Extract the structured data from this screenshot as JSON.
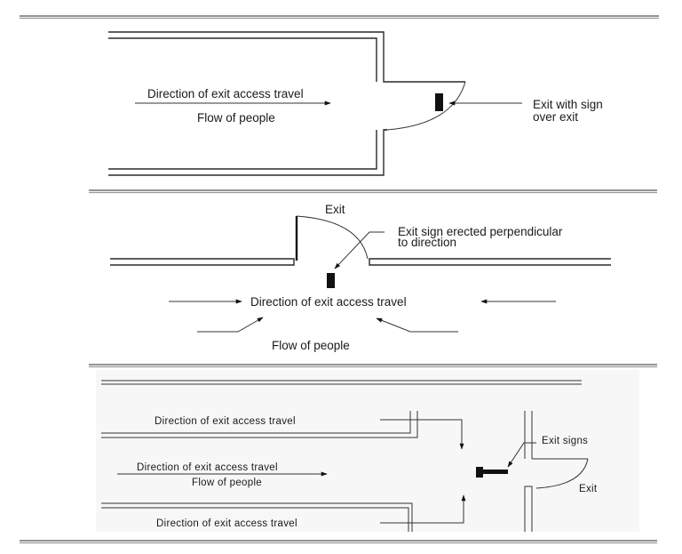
{
  "figure": {
    "panels": [
      {
        "id": "panel-1",
        "labels": {
          "direction": "Direction of exit access travel",
          "flow": "Flow of people",
          "exit_line1": "Exit with sign",
          "exit_line2": "over exit"
        }
      },
      {
        "id": "panel-2",
        "labels": {
          "exit": "Exit",
          "sign_line1": "Exit sign erected perpendicular",
          "sign_line2": "to direction",
          "direction": "Direction of exit access travel",
          "flow": "Flow of people"
        }
      },
      {
        "id": "panel-3",
        "labels": {
          "direction_top": "Direction of exit access travel",
          "direction_mid": "Direction of exit access travel",
          "flow": "Flow of people",
          "direction_bottom": "Direction of exit access travel",
          "exit_signs": "Exit signs",
          "exit": "Exit"
        }
      }
    ]
  }
}
